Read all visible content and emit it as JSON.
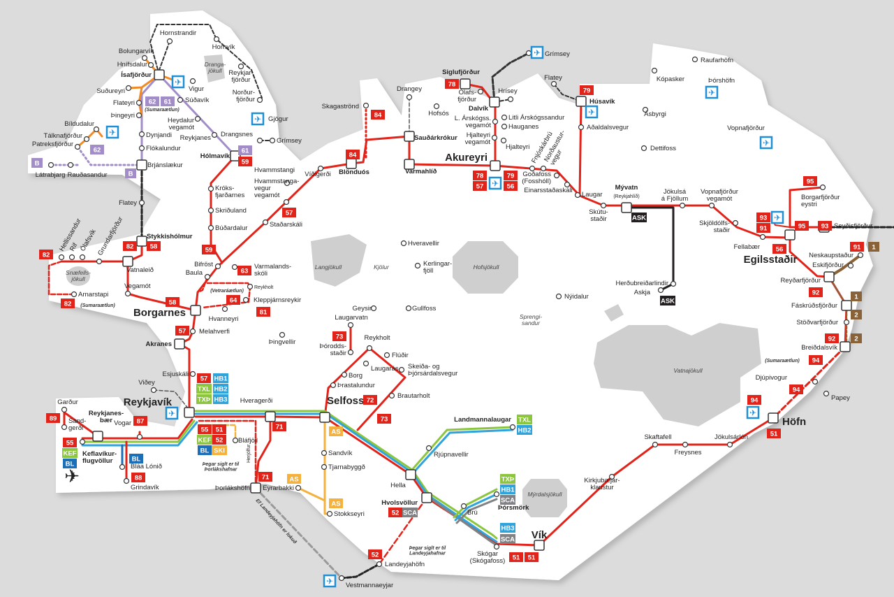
{
  "colors": {
    "sea": "#dcdcdc",
    "land": "#ffffff",
    "glacier": "#cfcfcf",
    "red": "#e2231a",
    "purple": "#a38dc8",
    "orange": "#f08a24",
    "green": "#8cc63e",
    "blue": "#2ea3dc",
    "dblue": "#1b6fb8",
    "amber": "#f4b13d",
    "brown": "#8a6238",
    "gray": "#808285",
    "black": "#231f20",
    "airport": "#1f8fd6"
  },
  "places": {
    "hornstrandir": "Hornstrandir",
    "hornvik": "Hornvík",
    "bolungarvik": "Bolungarvík",
    "hnifsdalur": "Hnífsdalur",
    "isafjordur": "Ísafjörður",
    "vigur": "Vigur",
    "sudureyri": "Suðureyri",
    "flateyri": "Flateyri",
    "thingeyri": "Þingeyri",
    "sudavik": "Súðavík",
    "heydalur": "Heydalur\nvegamót",
    "dynjandi": "Dynjandi",
    "reykjanes_w": "Reykjanes",
    "flokalundur": "Flókalundur",
    "brjanslaekur": "Brjánslækur",
    "bildudalur": "Bíldudalur",
    "talknafjordur": "Tálknafjörður",
    "patreksfjordur": "Patreksfjörður",
    "latrabjarg": "Látrabjarg",
    "raudasandur": "Rauðasandur",
    "holmavik": "Hólmavík",
    "drangsnes": "Drangsnes",
    "grimsey_w": "Grímsey",
    "nordurfjordur": "Norður-\nfjörður",
    "reykjarfjordur": "Reykjar-\nfjörður",
    "gjogur": "Gjögur",
    "flatey_w": "Flatey",
    "stykkisholmur": "Stykkishólmur",
    "hellissandur": "Hellissandur",
    "rif": "Rif",
    "olafsvik": "Ólafsvík",
    "grundarfjordur": "Grundarfjörður",
    "vatnaleid": "Vatnaleið",
    "arnarstapi": "Arnarstapi",
    "vegamot": "Vegamót",
    "bifrost": "Bifröst",
    "baula": "Baula",
    "varmaland": "Varmalands-\nskóli",
    "reykholt_w": "Reykholt",
    "kleppjarnsreykir": "Kleppjárnsreykir",
    "hvanneyri": "Hvanneyri",
    "borgarnes": "Borgarnes",
    "melahverfi": "Melahverfi",
    "akranes": "Akranes",
    "esjuskali": "Esjuskáli",
    "videy": "Viðey",
    "reykjavik": "Reykjavík",
    "gardur": "Garður",
    "sandgerdi": "Sand-\ngerði",
    "reykjanesbaer": "Reykjanes-\nbær",
    "vogar": "Vogar",
    "keflavik": "Keflavíkur-\nflugvöllur",
    "blaalonid": "Bláa Lónið",
    "grindavik": "Grindavík",
    "hveragerdi": "Hveragerði",
    "selfoss": "Selfoss",
    "blafjoll": "Bláfjöll",
    "thorlakshofn": "Þorlákshöfn",
    "eyrarbakki": "Eyrarbakki",
    "sandvik": "Sandvík",
    "tjarnabyggd": "Tjarnabyggð",
    "stokkseyri": "Stokkseyri",
    "thingvellir": "Þingvellir",
    "laugarvatn": "Laugarvatn",
    "thoroddsstadir": "Þórodds-\nstaðir",
    "reykholt_s": "Reykholt",
    "fludir": "Flúðir",
    "laugaras": "Laugarás",
    "borg": "Borg",
    "skeid": "Skeiða- og\nÞjórsárdalsvegur",
    "prastalundur": "Þrastalundur",
    "brautarholt": "Brautarholt",
    "geysir": "Geysir",
    "gullfoss": "Gullfoss",
    "landmannalaugar": "Landmannalaugar",
    "rjupnavellir": "Rjúpnavellir",
    "hella": "Hella",
    "hvolsvollur": "Hvolsvöllur",
    "thorsmork": "Þórsmörk",
    "bru": "Brú",
    "skogar": "Skógar\n(Skógafoss)",
    "vik": "Vík",
    "landeyjahofn": "Landeyjahöfn",
    "vestmannaeyjar": "Vestmannaeyjar",
    "klaustur": "Kirkjubæjar-\nklaustur",
    "skaftafell": "Skaftafell",
    "freysnes": "Freysnes",
    "jokulsarlon": "Jökulsárlón",
    "hofn": "Höfn",
    "papey": "Papey",
    "djupivogur": "Djúpivogur",
    "breiddalsvik": "Breiðdalsvík",
    "stodvarfjordur": "Stöðvarfjörður",
    "faskrudsfjordur": "Fáskrúðsfjörður",
    "reydarfjordur": "Reyðarfjörður",
    "eskifjordur": "Eskifjörður",
    "neskaupstadur": "Neskaupstaður",
    "egilsstadir": "Egilsstaðir",
    "fellabaer": "Fellabær",
    "seydisfjordur": "Seyðisfjörður",
    "borgarfjordur_e": "Borgarfjörður\neystri",
    "skjoldolfsstadir": "Skjöldólfs-\nstaðir",
    "vopnafjordur_v": "Vopnafjörður\nvegamót",
    "jokulsa": "Jökulsá\ná Fjöllum",
    "myvatn": "Mývatn",
    "myvatn_sub": "(Reykjahlíð)",
    "skutustadir": "Skútu-\nstaðir",
    "laugar": "Laugar",
    "einarsstadaskali": "Einarsstaðaskáli",
    "godafoss": "Goðafoss\n(Fosshóll)",
    "fnjoskarbru": "Fnjóskárbrú",
    "nordausturvegur": "Norðaustur-\nvegur",
    "adaldalsvegur": "Aðaldalsvegur",
    "husavik": "Húsavík",
    "flatey_n": "Flatey",
    "kopasker": "Kópasker",
    "raufarhofn": "Raufarhöfn",
    "asbyrgi": "Ásbyrgi",
    "dettifoss": "Dettifoss",
    "thorshofn": "Þórshöfn",
    "vopnafjordur": "Vopnafjörður",
    "herdubreidarlindir": "Herðubreiðarlindir",
    "askja": "Askja",
    "nyidalur": "Nýidalur",
    "hveravellir": "Hveravellir",
    "kerlingarfjoll": "Kerlingar-\nfjöll",
    "akureyri": "Akureyri",
    "dalvik": "Dalvík",
    "olafsfjordur": "Ólafs-\nfjörður",
    "siglufjordur": "Siglufjörður",
    "hrisey": "Hrísey",
    "litli": "Litli Árskógssandur",
    "hauganes": "Hauganes",
    "hjalteyri": "Hjalteyri",
    "larskog": "L. Árskógss.\nvegamót",
    "hjalteyri_v": "Hjalteyri\nvegamót",
    "grimsey_n": "Grímsey",
    "drangey": "Drangey",
    "hofsos": "Hofsós",
    "saudarkrokur": "Sauðárkrókur",
    "varmahlid": "Varmahlíð",
    "blonduos": "Blönduós",
    "skagastrond": "Skagaströnd",
    "vidigerdi": "Víðigerði",
    "hvammstangi": "Hvammstangi",
    "hvammstangavegur": "Hvammstanga-\nvegur\nvegamót",
    "kroksfjardarnes": "Króks-\nfjarðarnes",
    "skridaland": "Skriðuland",
    "budardalur": "Búðardalur",
    "stadarskali": "Staðarskáli"
  },
  "glaciers": {
    "langjokull": "Langjökull",
    "kjolur": "Kjölur",
    "hofsjokull": "Hofsjökull",
    "sprengisandur": "Sprengi-\nsandur",
    "vatnajokull": "Vatnajökull",
    "myrdalsjokull": "Mýrdalsjökull",
    "drangajokull": "Dranga-\njökull",
    "snaefellsjokull": "Snæfells-\njökull"
  },
  "notes": {
    "summer_w": "(Sumaraætlun)",
    "summer_snae": "(Sumaraætlun)",
    "summer_e": "(Sumaraætlun)",
    "winter": "(Vetraráætlun)",
    "thorlak": "Þegar siglt er til\nÞorlákshafnar",
    "herjolfur": "Herjólfur",
    "closed": "Ef Landeyjahöfn er lokuð",
    "landeyja": "Þegar siglt er til\nLandeyjahafnar"
  },
  "badges": [
    {
      "label": "62",
      "color": "purple"
    },
    {
      "label": "61",
      "color": "purple"
    },
    {
      "label": "62",
      "color": "purple"
    },
    {
      "label": "61",
      "color": "purple"
    },
    {
      "label": "59",
      "color": "red"
    },
    {
      "label": "B",
      "color": "purple"
    },
    {
      "label": "B",
      "color": "purple"
    },
    {
      "label": "82",
      "color": "red"
    },
    {
      "label": "58",
      "color": "red"
    },
    {
      "label": "82",
      "color": "red"
    },
    {
      "label": "82",
      "color": "red"
    },
    {
      "label": "59",
      "color": "red"
    },
    {
      "label": "57",
      "color": "red"
    },
    {
      "label": "84",
      "color": "red"
    },
    {
      "label": "84",
      "color": "red"
    },
    {
      "label": "78",
      "color": "red"
    },
    {
      "label": "78",
      "color": "red"
    },
    {
      "label": "57",
      "color": "red"
    },
    {
      "label": "79",
      "color": "red"
    },
    {
      "label": "56",
      "color": "red"
    },
    {
      "label": "79",
      "color": "red"
    },
    {
      "label": "63",
      "color": "red"
    },
    {
      "label": "64",
      "color": "red"
    },
    {
      "label": "81",
      "color": "red"
    },
    {
      "label": "58",
      "color": "red"
    },
    {
      "label": "57",
      "color": "red"
    },
    {
      "label": "57",
      "color": "red"
    },
    {
      "label": "HB1",
      "color": "blue"
    },
    {
      "label": "TXL",
      "color": "green"
    },
    {
      "label": "HB2",
      "color": "blue"
    },
    {
      "label": "TXÞ",
      "color": "green"
    },
    {
      "label": "HB3",
      "color": "blue"
    },
    {
      "label": "55",
      "color": "red"
    },
    {
      "label": "51",
      "color": "red"
    },
    {
      "label": "KEF",
      "color": "green"
    },
    {
      "label": "52",
      "color": "red"
    },
    {
      "label": "BL",
      "color": "dblue"
    },
    {
      "label": "SKI",
      "color": "amber"
    },
    {
      "label": "89",
      "color": "red"
    },
    {
      "label": "87",
      "color": "red"
    },
    {
      "label": "55",
      "color": "red"
    },
    {
      "label": "KEF",
      "color": "green"
    },
    {
      "label": "BL",
      "color": "dblue"
    },
    {
      "label": "BL",
      "color": "dblue"
    },
    {
      "label": "88",
      "color": "red"
    },
    {
      "label": "71",
      "color": "red"
    },
    {
      "label": "71",
      "color": "red"
    },
    {
      "label": "AS",
      "color": "amber"
    },
    {
      "label": "AS",
      "color": "amber"
    },
    {
      "label": "AS",
      "color": "amber"
    },
    {
      "label": "73",
      "color": "red"
    },
    {
      "label": "72",
      "color": "red"
    },
    {
      "label": "73",
      "color": "red"
    },
    {
      "label": "TXL",
      "color": "green"
    },
    {
      "label": "HB2",
      "color": "blue"
    },
    {
      "label": "TXÞ",
      "color": "green"
    },
    {
      "label": "HB1",
      "color": "blue"
    },
    {
      "label": "SCA",
      "color": "gray"
    },
    {
      "label": "52",
      "color": "red"
    },
    {
      "label": "SCA",
      "color": "gray"
    },
    {
      "label": "HB3",
      "color": "blue"
    },
    {
      "label": "SCA",
      "color": "gray"
    },
    {
      "label": "51",
      "color": "red"
    },
    {
      "label": "51",
      "color": "red"
    },
    {
      "label": "52",
      "color": "red"
    },
    {
      "label": "ASK",
      "color": "black"
    },
    {
      "label": "ASK",
      "color": "black"
    },
    {
      "label": "93",
      "color": "red"
    },
    {
      "label": "91",
      "color": "red"
    },
    {
      "label": "95",
      "color": "red"
    },
    {
      "label": "93",
      "color": "red"
    },
    {
      "label": "56",
      "color": "red"
    },
    {
      "label": "95",
      "color": "red"
    },
    {
      "label": "91",
      "color": "red"
    },
    {
      "label": "1",
      "color": "brown"
    },
    {
      "label": "92",
      "color": "red"
    },
    {
      "label": "1",
      "color": "brown"
    },
    {
      "label": "2",
      "color": "brown"
    },
    {
      "label": "2",
      "color": "brown"
    },
    {
      "label": "92",
      "color": "red"
    },
    {
      "label": "94",
      "color": "red"
    },
    {
      "label": "94",
      "color": "red"
    },
    {
      "label": "94",
      "color": "red"
    },
    {
      "label": "51",
      "color": "red"
    }
  ],
  "airports": [
    "isafjordur",
    "bildudalur",
    "gjogur",
    "reykjavik",
    "akureyri",
    "husavik",
    "grimsey",
    "thorshofn",
    "vopnafjordur",
    "egilsstadir",
    "hofn",
    "vestmannaeyjar"
  ]
}
